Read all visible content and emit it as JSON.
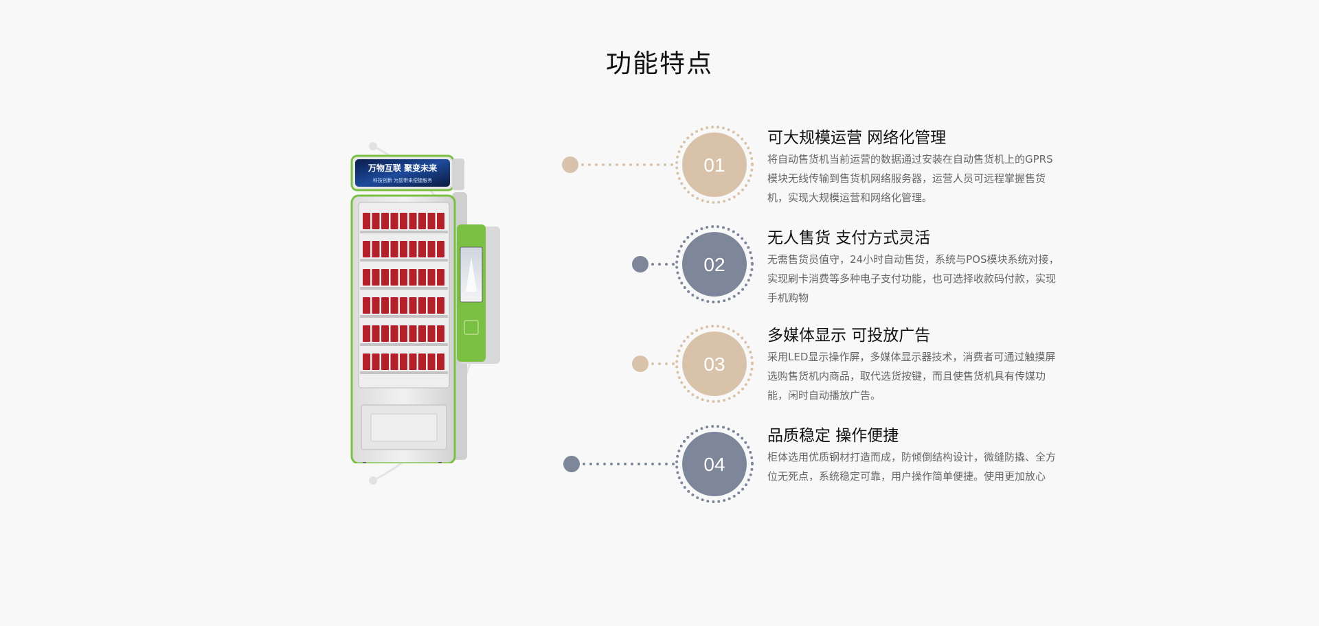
{
  "page": {
    "title": "功能特点"
  },
  "machine": {
    "banner_line1": "万物互联 聚变未来",
    "banner_line2": "科技创新 为您带来便捷服务"
  },
  "features": [
    {
      "number": "01",
      "title": "可大规模运营 网络化管理",
      "description": "将自动售货机当前运营的数据通过安装在自动售货机上的GPRS模块无线传输到售货机网络服务器，运营人员可远程掌握售货机，实现大规模运营和网络化管理。",
      "color": "#d8c3aa"
    },
    {
      "number": "02",
      "title": "无人售货 支付方式灵活",
      "description": "无需售货员值守，24小时自动售货，系统与POS模块系统对接，实现刷卡消费等多种电子支付功能，也可选择收款码付款，实现手机购物",
      "color": "#7d8799"
    },
    {
      "number": "03",
      "title": "多媒体显示 可投放广告",
      "description": "采用LED显示操作屏，多媒体显示器技术，消费者可通过触摸屏选购售货机内商品，取代选货按键，而且使售货机具有传媒功能，闲时自动播放广告。",
      "color": "#d8c3aa"
    },
    {
      "number": "04",
      "title": "品质稳定  操作便捷",
      "description": "柜体选用优质钢材打造而成，防倾倒结构设计，微缝防撬、全方位无死点，系统稳定可靠，用户操作简单便捷。使用更加放心",
      "color": "#7d8799"
    }
  ]
}
